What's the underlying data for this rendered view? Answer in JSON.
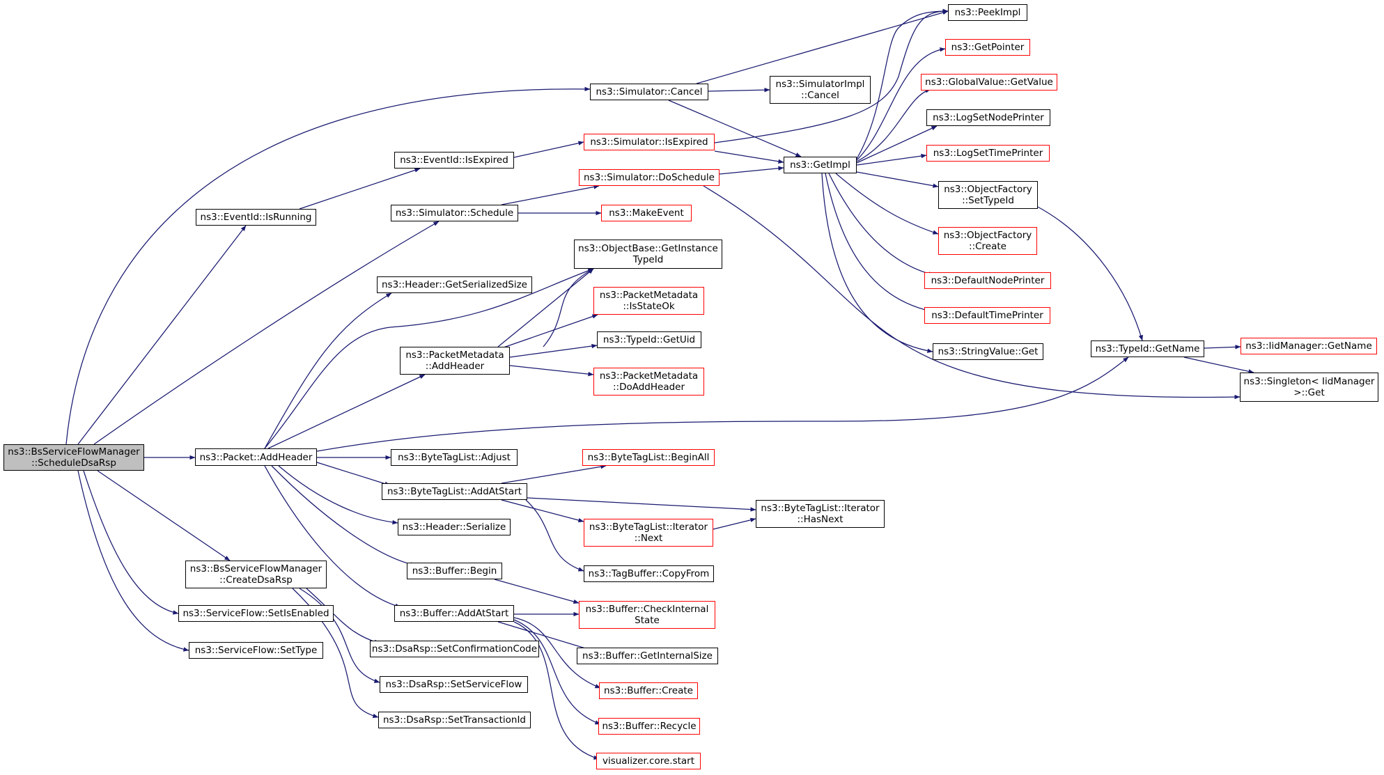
{
  "colors": {
    "edge": "#191970",
    "node_border": "#000000",
    "truncated_border": "#ff0000",
    "root_fill": "#bfbfbf"
  },
  "nodes": {
    "root": "ns3::BsServiceFlowManager\n::ScheduleDsaRsp",
    "eventid_isrunning": "ns3::EventId::IsRunning",
    "eventid_isexpired": "ns3::EventId::IsExpired",
    "sim_cancel": "ns3::Simulator::Cancel",
    "simimpl_cancel": "ns3::SimulatorImpl\n::Cancel",
    "peekimpl": "ns3::PeekImpl",
    "getpointer": "ns3::GetPointer",
    "globalvalue_getvalue": "ns3::GlobalValue::GetValue",
    "logsetnodeprinter": "ns3::LogSetNodePrinter",
    "logsettimeprinter": "ns3::LogSetTimePrinter",
    "sim_isexpired": "ns3::Simulator::IsExpired",
    "getimpl": "ns3::GetImpl",
    "sim_doschedule": "ns3::Simulator::DoSchedule",
    "sim_schedule": "ns3::Simulator::Schedule",
    "makeevent": "ns3::MakeEvent",
    "objectfactory_settypeid": "ns3::ObjectFactory\n::SetTypeId",
    "objectfactory_create": "ns3::ObjectFactory\n::Create",
    "defaultnodeprinter": "ns3::DefaultNodePrinter",
    "defaulttimeprinter": "ns3::DefaultTimePrinter",
    "stringvalue_get": "ns3::StringValue::Get",
    "objectbase_getinstancetypeid": "ns3::ObjectBase::GetInstance\nTypeId",
    "header_getserializedsize": "ns3::Header::GetSerializedSize",
    "pm_isstateok": "ns3::PacketMetadata\n::IsStateOk",
    "pm_addheader": "ns3::PacketMetadata\n::AddHeader",
    "typeid_getuid": "ns3::TypeId::GetUid",
    "pm_doaddheader": "ns3::PacketMetadata\n::DoAddHeader",
    "typeid_getname": "ns3::TypeId::GetName",
    "iidmanager_getname": "ns3::IidManager::GetName",
    "singleton_get": "ns3::Singleton< IidManager\n>::Get",
    "packet_addheader": "ns3::Packet::AddHeader",
    "bytetaglist_adjust": "ns3::ByteTagList::Adjust",
    "bytetaglist_beginall": "ns3::ByteTagList::BeginAll",
    "bytetaglist_addatstart": "ns3::ByteTagList::AddAtStart",
    "bytetaglist_iter_hasnext": "ns3::ByteTagList::Iterator\n::HasNext",
    "bytetaglist_iter_next": "ns3::ByteTagList::Iterator\n::Next",
    "header_serialize": "ns3::Header::Serialize",
    "tagbuffer_copyfrom": "ns3::TagBuffer::CopyFrom",
    "bsfm_createdsarsp": "ns3::BsServiceFlowManager\n::CreateDsaRsp",
    "buffer_begin": "ns3::Buffer::Begin",
    "buffer_checkinternalstate": "ns3::Buffer::CheckInternal\nState",
    "serviceflow_setisenabled": "ns3::ServiceFlow::SetIsEnabled",
    "buffer_addatstart": "ns3::Buffer::AddAtStart",
    "serviceflow_settype": "ns3::ServiceFlow::SetType",
    "dsarsp_setconfirmationcode": "ns3::DsaRsp::SetConfirmationCode",
    "buffer_getinternalsize": "ns3::Buffer::GetInternalSize",
    "dsarsp_setserviceflow": "ns3::DsaRsp::SetServiceFlow",
    "buffer_create": "ns3::Buffer::Create",
    "dsarsp_settransactionid": "ns3::DsaRsp::SetTransactionId",
    "buffer_recycle": "ns3::Buffer::Recycle",
    "visualizer_core_start": "visualizer.core.start"
  }
}
